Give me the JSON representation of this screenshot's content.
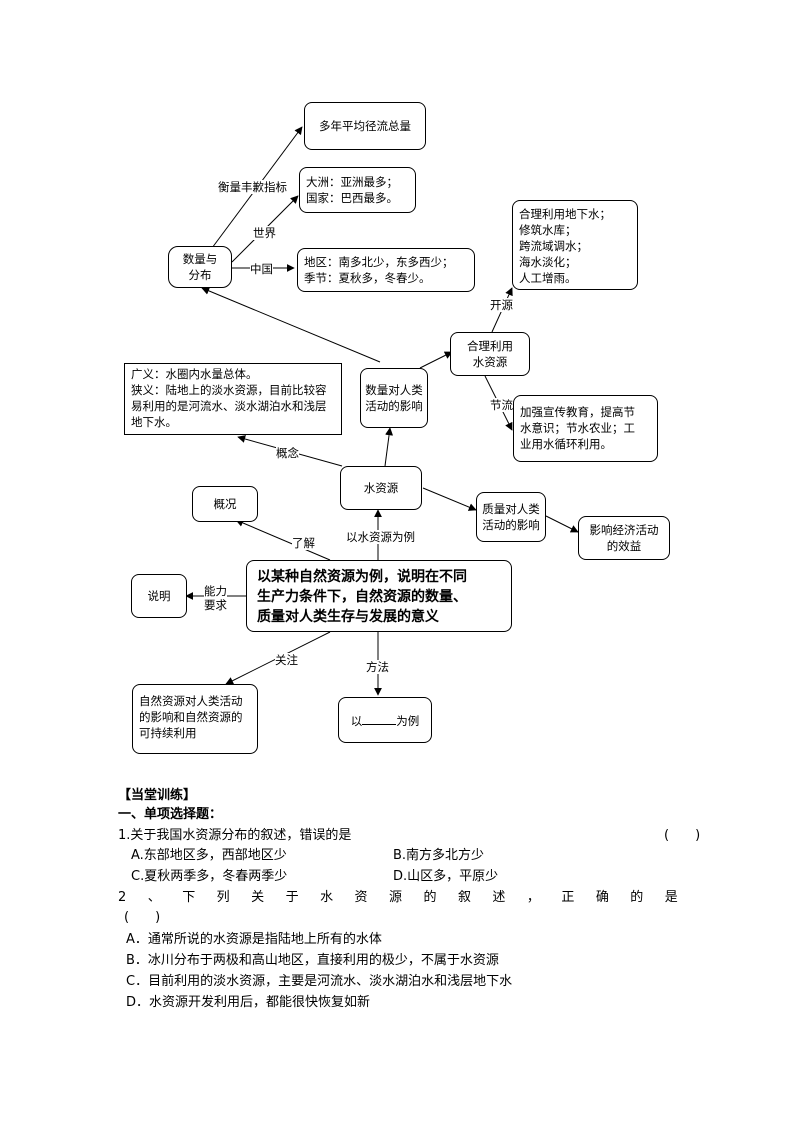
{
  "diagram": {
    "total_runoff": "多年平均径流总量",
    "label_measure": "衡量丰歉指标",
    "world_box": [
      "大洲：亚洲最多；",
      "国家：巴西最多。"
    ],
    "label_world": "世界",
    "label_china": "中国",
    "china_box": [
      "地区：南多北少，东多西少；",
      "季节：夏秋多，冬春少。"
    ],
    "quantity_node": [
      "数量与",
      "分布"
    ],
    "open_source_box": [
      "合理利用地下水；",
      "修筑水库；",
      "跨流域调水；",
      "海水淡化；",
      "人工增雨。"
    ],
    "label_open": "开源",
    "rational_use": [
      "合理利用",
      "水资源"
    ],
    "label_save": "节流",
    "save_box": [
      "加强宣传教育，提高节",
      "水意识；节水农业；工",
      "业用水循环利用。"
    ],
    "concept_box": [
      "广义：水圈内水量总体。",
      "狭义：陆地上的淡水资源，目前比较容",
      "易利用的是河流水、淡水湖泊水和浅层",
      "地下水。"
    ],
    "quantity_impact": [
      "数量对人类",
      "活动的影响"
    ],
    "label_concept": "概念",
    "water_resource": "水资源",
    "quality_impact": [
      "质量对人类",
      "活动的影响"
    ],
    "economic_effect": [
      "影响经济活动",
      "的效益"
    ],
    "overview": "概况",
    "label_understand": "了解",
    "label_example": "以水资源为例",
    "explain": "说明",
    "label_ability": [
      "能力",
      "要求"
    ],
    "main_node": [
      "以某种自然资源为例，说明在不同",
      "生产力条件下，自然资源的数量、",
      "质量对人类生存与发展的意义"
    ],
    "label_focus": "关注",
    "label_method": "方法",
    "focus_box": [
      "自然资源对人类活动",
      "的影响和自然资源的",
      "可持续利用"
    ],
    "method_box_prefix": "以",
    "method_box_suffix": "为例"
  },
  "training": {
    "heading": "【当堂训练】",
    "section": "一、单项选择题：",
    "q1": {
      "stem": "1.关于我国水资源分布的叙述，错误的是",
      "paren": "(　　)",
      "A": "A.东部地区多，西部地区少",
      "B": "B.南方多北方少",
      "C": "C.夏秋两季多，冬春两季少",
      "D": "D.山区多，平原少"
    },
    "q2": {
      "stem_chars": [
        "2",
        "、",
        "下",
        "列",
        "关",
        "于",
        "水",
        "资",
        "源",
        "的",
        "叙",
        "述",
        "，",
        "正",
        "确",
        "的",
        "是"
      ],
      "paren": "(　　)",
      "A": "A．通常所说的水资源是指陆地上所有的水体",
      "B": "B．冰川分布于两极和高山地区，直接利用的极少，不属于水资源",
      "C": "C．目前利用的淡水资源，主要是河流水、淡水湖泊水和浅层地下水",
      "D": "D．水资源开发利用后，都能很快恢复如新"
    }
  }
}
